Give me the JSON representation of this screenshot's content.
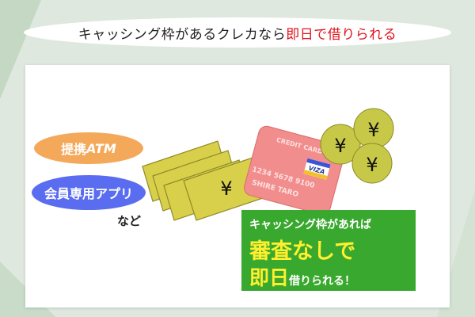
{
  "title": {
    "prefix": "キャッシング枠があるクレカなら",
    "highlight": "即日で借りられる"
  },
  "channels": {
    "atm_prefix": "提携",
    "atm_suffix": "ATM",
    "app": "会員専用アプリ",
    "etc": "など"
  },
  "card": {
    "label": "CREDIT CARD",
    "brand": "VIZA",
    "number": "1234 5678 9100",
    "holder": "SHIRE TARO"
  },
  "yen_symbol": "¥",
  "callout": {
    "line1": "キャッシング枠があれば",
    "line2": "審査なしで",
    "line3_big": "即日",
    "line3_small": "借りられる！"
  },
  "colors": {
    "title_accent": "#e0141e",
    "orange_pill": "#f4a85a",
    "blue_pill": "#5a6cf0",
    "callout_bg": "#39a82e",
    "callout_accent": "#ffef2e",
    "card_bg": "#f28d8d",
    "bill": "#d8d04a",
    "coin": "#c8c848"
  }
}
